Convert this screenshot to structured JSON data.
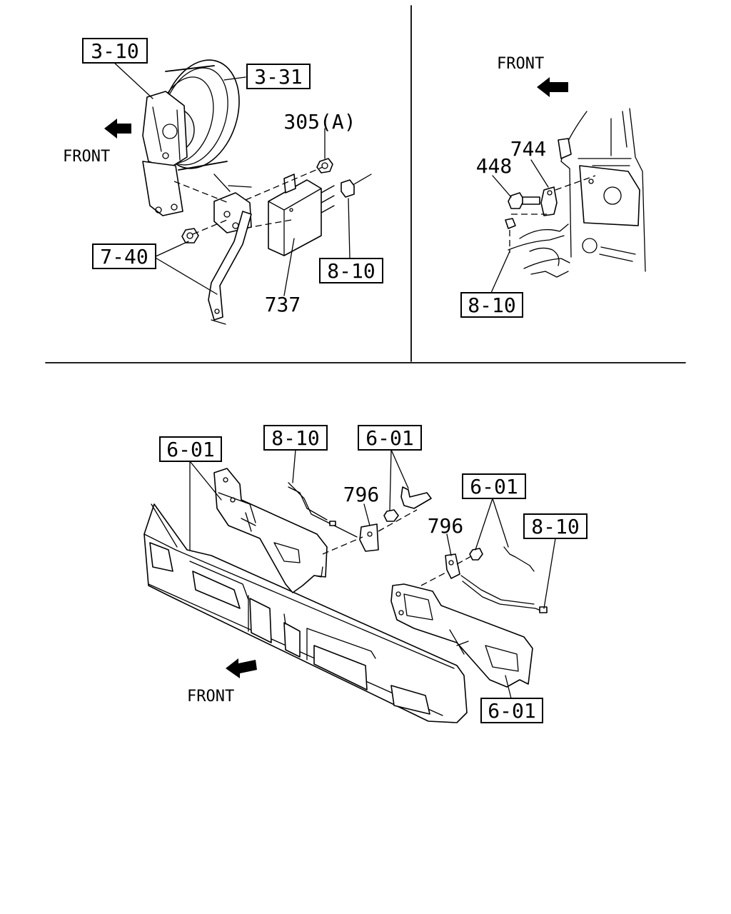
{
  "panels": {
    "top_left": {
      "front_label": "FRONT",
      "callouts": {
        "c_3_10": "3-10",
        "c_3_31": "3-31",
        "c_7_40": "7-40",
        "c_8_10": "8-10"
      },
      "parts": {
        "p_305a": "305(A)",
        "p_737": "737"
      }
    },
    "top_right": {
      "front_label": "FRONT",
      "callouts": {
        "c_8_10": "8-10"
      },
      "parts": {
        "p_744": "744",
        "p_448": "448"
      }
    },
    "bottom": {
      "front_label": "FRONT",
      "callouts": {
        "c_6_01_left": "6-01",
        "c_8_10_top": "8-10",
        "c_6_01_top": "6-01",
        "c_6_01_mid": "6-01",
        "c_8_10_right": "8-10",
        "c_6_01_bottom": "6-01"
      },
      "parts": {
        "p_796_left": "796",
        "p_796_right": "796"
      }
    }
  }
}
